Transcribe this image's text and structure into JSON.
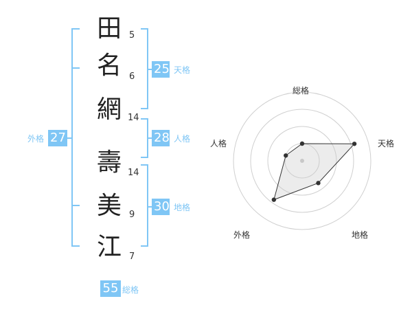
{
  "colors": {
    "accent": "#7fc6f5",
    "line": "#7fc6f5",
    "text": "#222222"
  },
  "name": {
    "characters": [
      {
        "char": "田",
        "strokes": "5"
      },
      {
        "char": "名",
        "strokes": "6"
      },
      {
        "char": "網",
        "strokes": "14"
      },
      {
        "char": "壽",
        "strokes": "14"
      },
      {
        "char": "美",
        "strokes": "9"
      },
      {
        "char": "江",
        "strokes": "7"
      }
    ]
  },
  "kakusu": {
    "tenkaku": {
      "value": "25",
      "label": "天格"
    },
    "jinkaku": {
      "value": "28",
      "label": "人格"
    },
    "chikaku": {
      "value": "30",
      "label": "地格"
    },
    "gaikaku": {
      "value": "27",
      "label": "外格"
    },
    "soukaku": {
      "value": "55",
      "label": "総格"
    }
  },
  "radar": {
    "axes": [
      "総格",
      "天格",
      "地格",
      "外格",
      "人格"
    ],
    "levels": 4,
    "values": [
      0.25,
      0.8,
      0.4,
      0.7,
      0.25
    ]
  }
}
